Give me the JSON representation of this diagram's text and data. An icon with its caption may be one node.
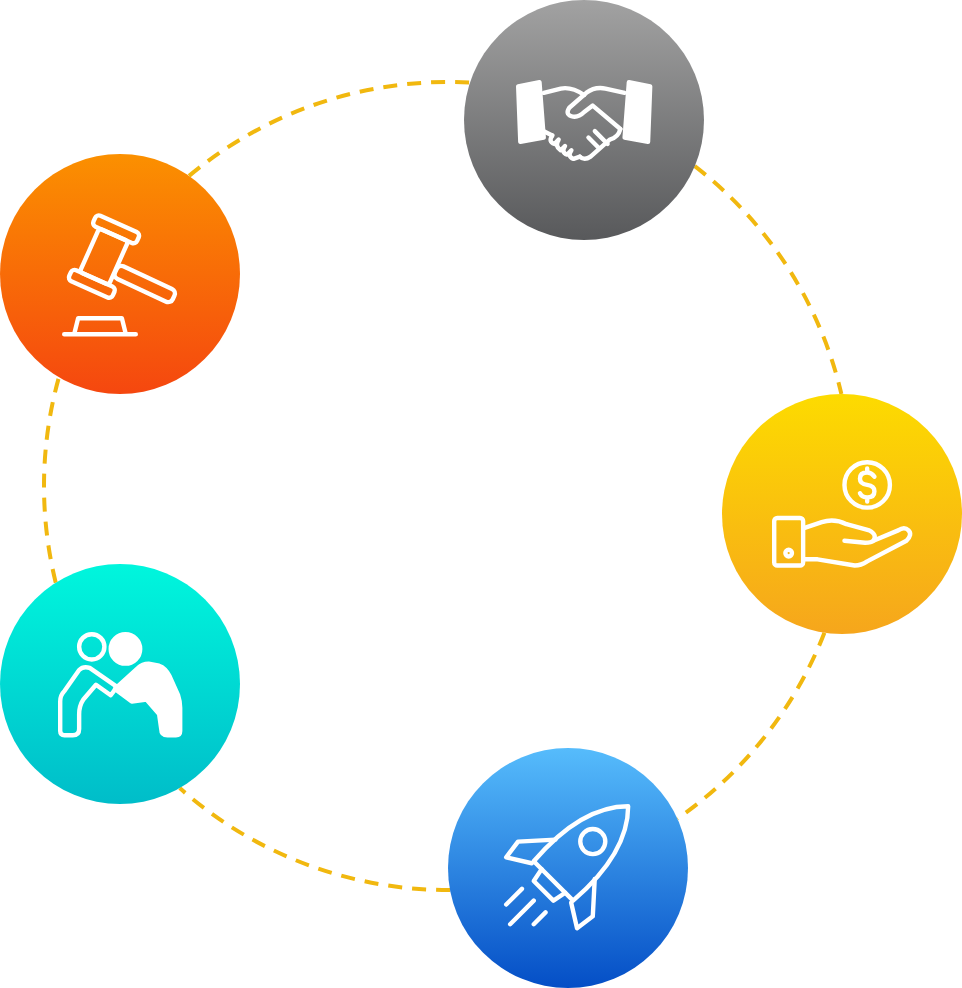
{
  "diagram": {
    "nodes": [
      {
        "text": [],
        "shape": "circle"
      },
      {
        "text": [],
        "shape": "circle"
      },
      {
        "text": [],
        "shape": "circle"
      },
      {
        "text": [],
        "shape": "circle"
      },
      {
        "text": [],
        "shape": "circle"
      }
    ],
    "edges": [
      {
        "from": 0,
        "to": 2,
        "arrow": "none",
        "style": "dashed"
      },
      {
        "from": 2,
        "to": 4,
        "arrow": "none",
        "style": "dashed"
      },
      {
        "from": 4,
        "to": 3,
        "arrow": "none",
        "style": "dashed"
      },
      {
        "from": 3,
        "to": 1,
        "arrow": "none",
        "style": "dashed"
      },
      {
        "from": 1,
        "to": 0,
        "arrow": "none",
        "style": "dashed"
      }
    ]
  }
}
